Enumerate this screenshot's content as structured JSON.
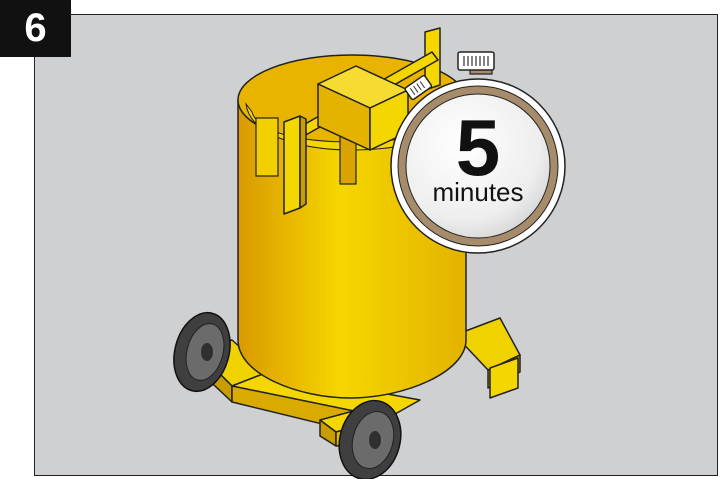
{
  "step": {
    "number": "6"
  },
  "timer": {
    "value": "5",
    "unit": "minutes"
  },
  "colors": {
    "background_panel": "#cfd0d2",
    "badge": "#111111",
    "mixer_yellow": "#f4d600",
    "mixer_shadow": "#d9a400",
    "wheel": "#4a4a4a",
    "timer_ring": "#a68c6a"
  },
  "icons": [
    "mixer-tank-icon",
    "stopwatch-icon"
  ]
}
